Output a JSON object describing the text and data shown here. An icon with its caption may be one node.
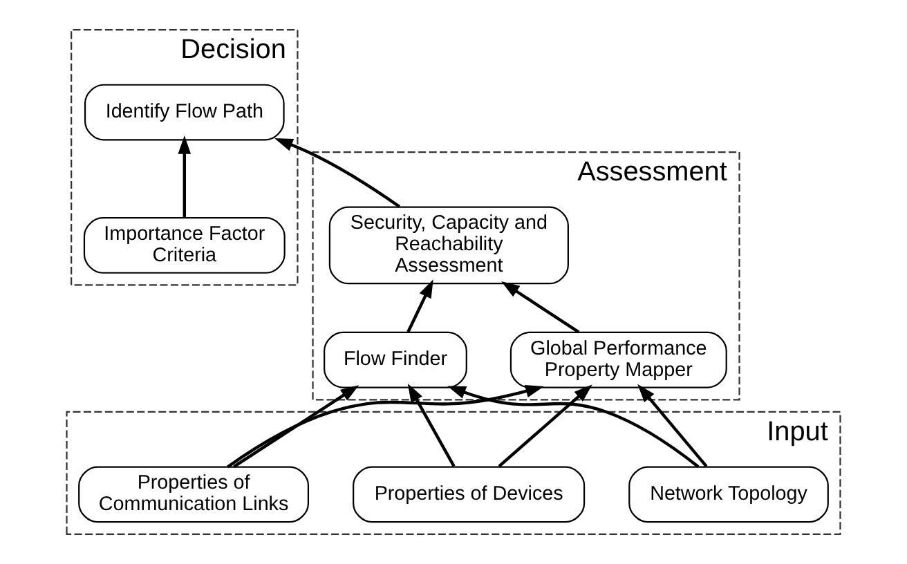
{
  "diagram": {
    "nodes": [
      {
        "text": [
          "Decision"
        ]
      },
      {
        "text": [
          "Importance Factor Criteria"
        ],
        "in": 0
      },
      {
        "text": [
          "Identify Flow Path"
        ],
        "in": 0
      },
      {
        "text": [
          "Assessment"
        ]
      },
      {
        "text": [
          "Security, Capacity and Reachability Assessment"
        ],
        "in": 3
      },
      {
        "text": [
          "Global Performance Property Mapper"
        ],
        "in": 3
      },
      {
        "text": [
          "Flow Finder"
        ],
        "in": 3
      },
      {
        "text": [
          "Input"
        ]
      },
      {
        "text": [
          "Properties of Devices"
        ],
        "in": 7
      },
      {
        "text": [
          "Properties of Communication Links"
        ],
        "in": 7
      },
      {
        "text": [
          "Network Topology"
        ],
        "in": 7
      }
    ],
    "edges": [
      {
        "from": 1,
        "to": 2,
        "arrow": "to"
      },
      {
        "from": 4,
        "to": 2,
        "arrow": "to"
      },
      {
        "from": 5,
        "to": 4,
        "arrow": "to"
      },
      {
        "from": 6,
        "to": 4,
        "arrow": "to"
      },
      {
        "from": 8,
        "to": 5,
        "arrow": "to"
      },
      {
        "from": 9,
        "to": 5,
        "arrow": "to"
      },
      {
        "from": 10,
        "to": 5,
        "arrow": "to"
      },
      {
        "from": 8,
        "to": 6,
        "arrow": "to"
      },
      {
        "from": 9,
        "to": 6,
        "arrow": "to"
      },
      {
        "from": 10,
        "to": 6,
        "arrow": "to"
      }
    ]
  }
}
